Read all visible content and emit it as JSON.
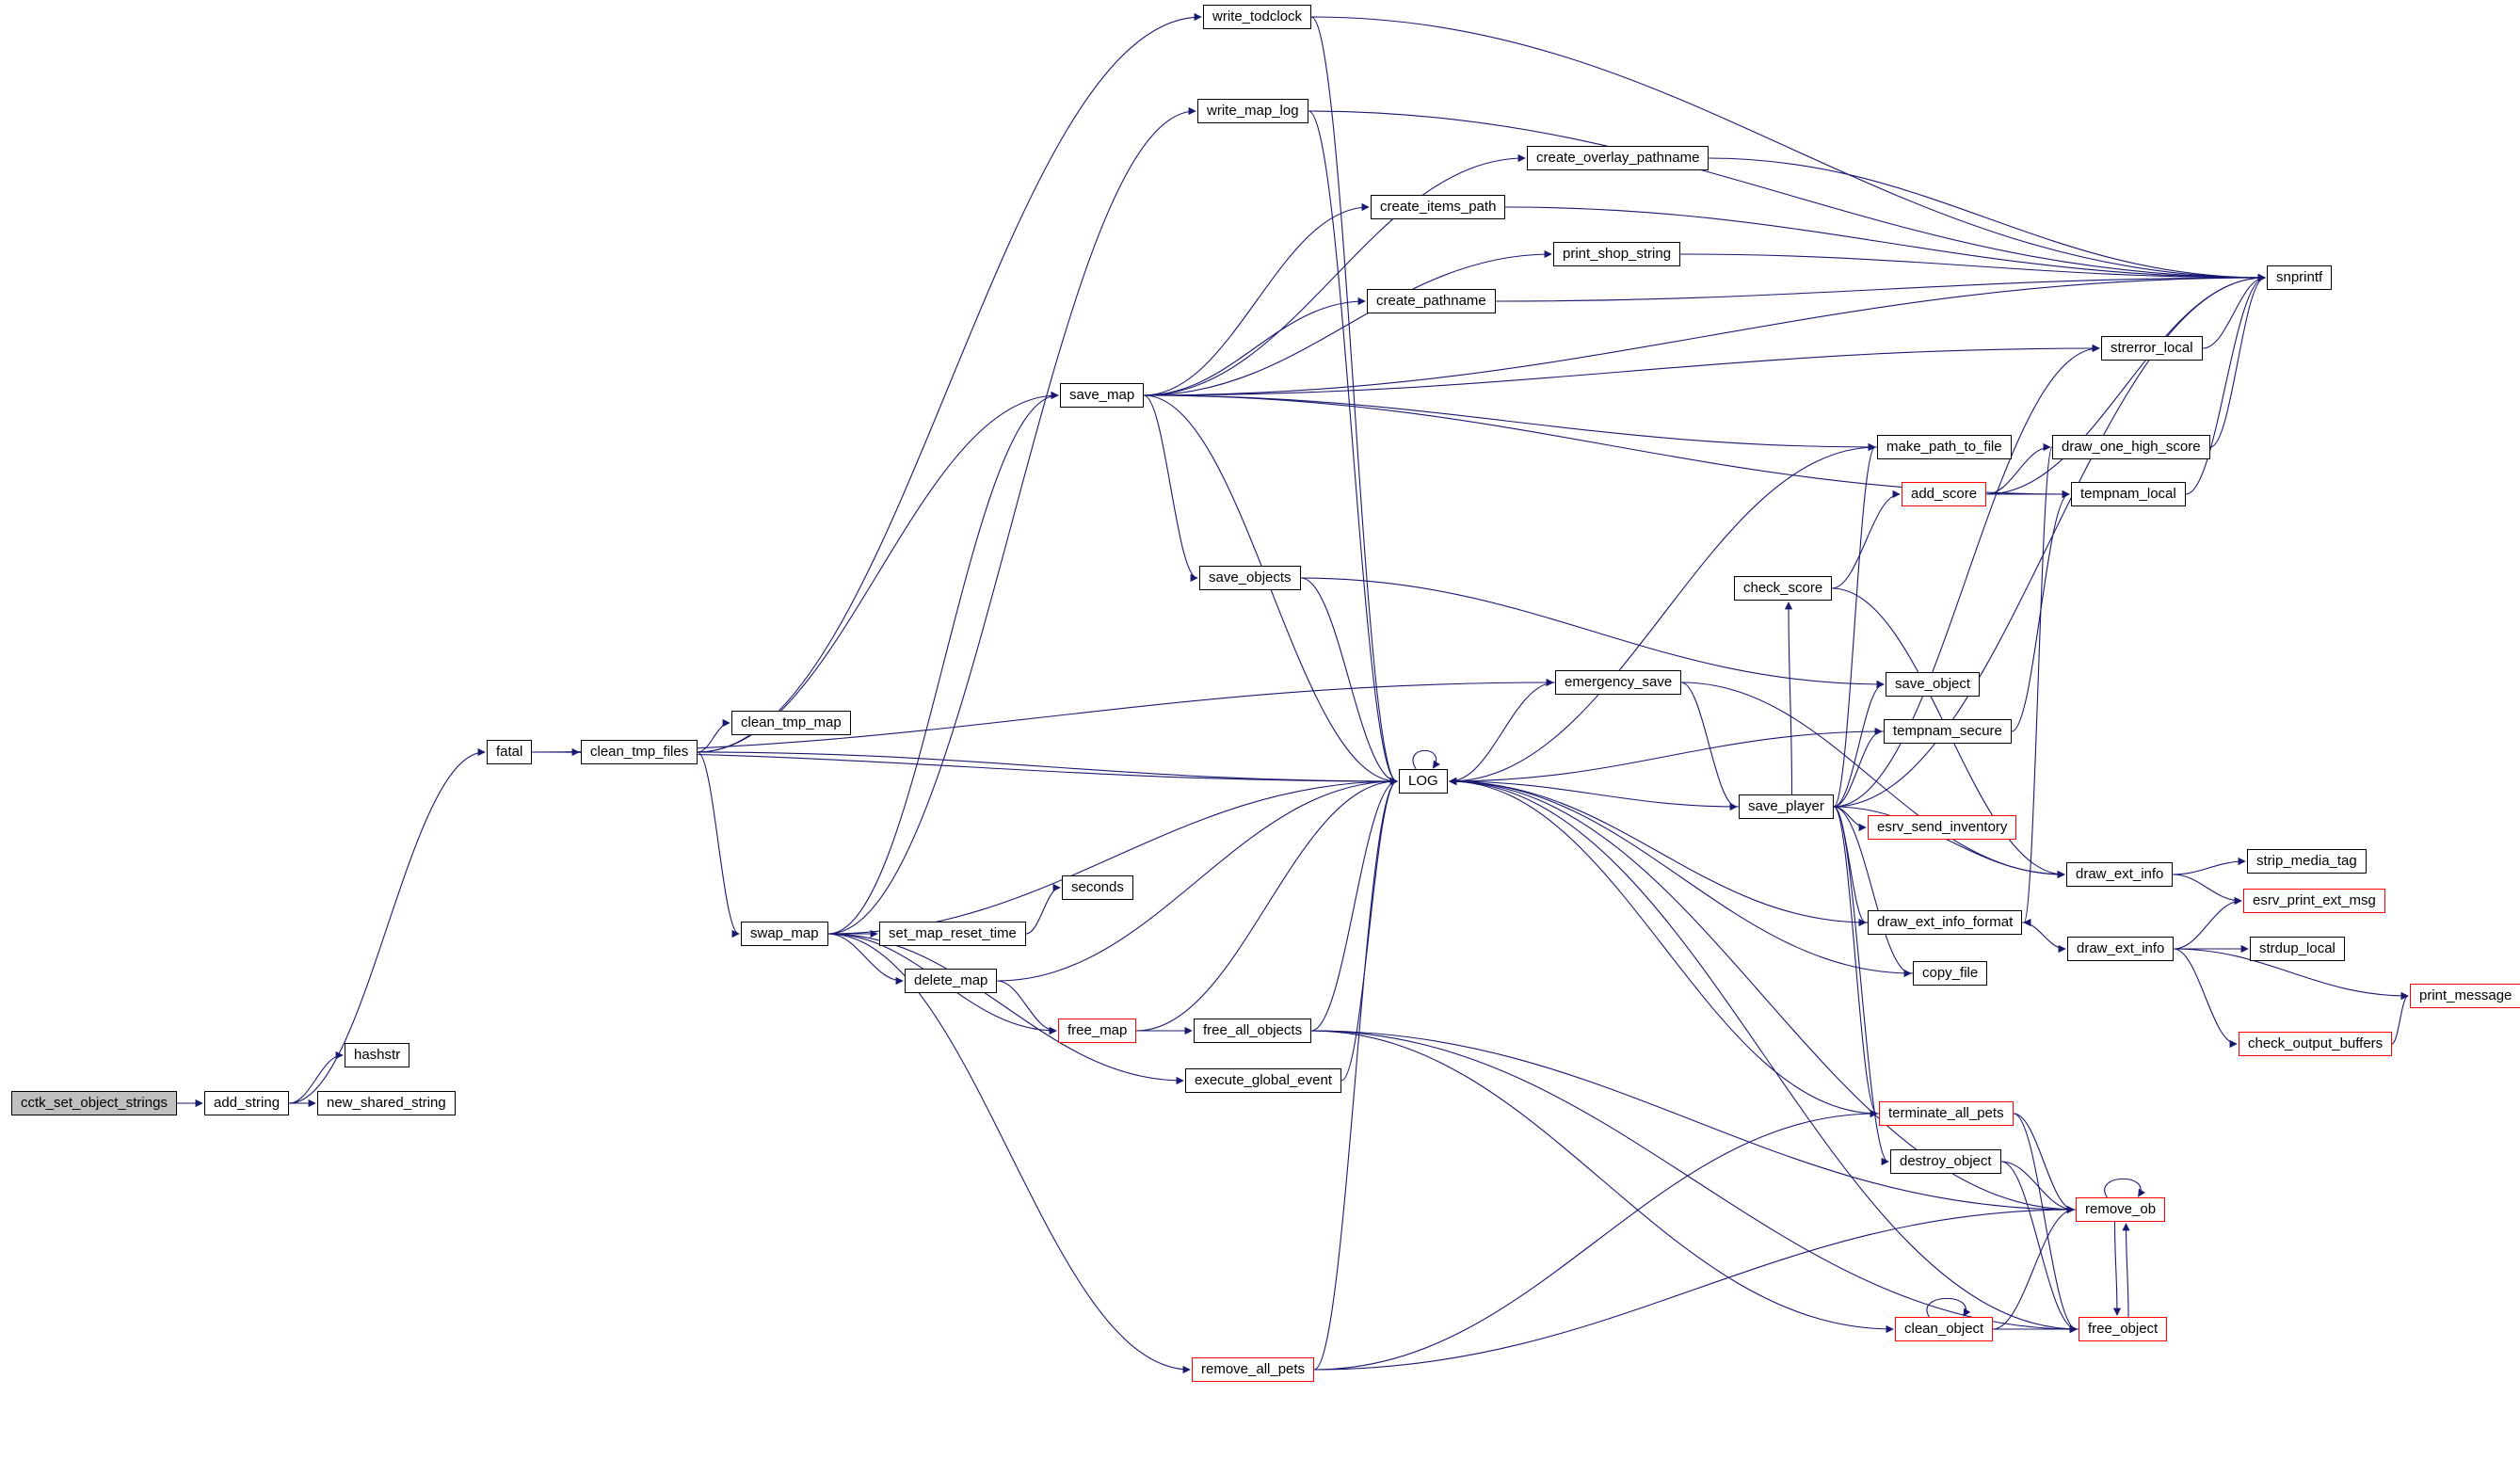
{
  "diagram": {
    "kind": "function-call-graph",
    "root_function": "cctk_set_object_strings"
  },
  "colors": {
    "background": "#ffffff",
    "edge": "#191970",
    "node_fill": "#ffffff",
    "node_border": "#000000",
    "truncated_border": "#ff0000",
    "root_fill": "#bfbfbf"
  },
  "graph": {
    "nodes": [
      {
        "id": "write_todclock",
        "label": "write_todclock",
        "style": "plain"
      },
      {
        "id": "write_map_log",
        "label": "write_map_log",
        "style": "plain"
      },
      {
        "id": "create_overlay_pathname",
        "label": "create_overlay_pathname",
        "style": "plain"
      },
      {
        "id": "create_items_path",
        "label": "create_items_path",
        "style": "plain"
      },
      {
        "id": "print_shop_string",
        "label": "print_shop_string",
        "style": "plain"
      },
      {
        "id": "create_pathname",
        "label": "create_pathname",
        "style": "plain"
      },
      {
        "id": "snprintf",
        "label": "snprintf",
        "style": "plain"
      },
      {
        "id": "strerror_local",
        "label": "strerror_local",
        "style": "plain"
      },
      {
        "id": "save_map",
        "label": "save_map",
        "style": "plain"
      },
      {
        "id": "make_path_to_file",
        "label": "make_path_to_file",
        "style": "plain"
      },
      {
        "id": "draw_one_high_score",
        "label": "draw_one_high_score",
        "style": "plain"
      },
      {
        "id": "add_score",
        "label": "add_score",
        "style": "truncated"
      },
      {
        "id": "tempnam_local",
        "label": "tempnam_local",
        "style": "plain"
      },
      {
        "id": "save_objects",
        "label": "save_objects",
        "style": "plain"
      },
      {
        "id": "check_score",
        "label": "check_score",
        "style": "plain"
      },
      {
        "id": "emergency_save",
        "label": "emergency_save",
        "style": "plain"
      },
      {
        "id": "save_object",
        "label": "save_object",
        "style": "plain"
      },
      {
        "id": "clean_tmp_map",
        "label": "clean_tmp_map",
        "style": "plain"
      },
      {
        "id": "fatal",
        "label": "fatal",
        "style": "plain"
      },
      {
        "id": "clean_tmp_files",
        "label": "clean_tmp_files",
        "style": "plain"
      },
      {
        "id": "tempnam_secure",
        "label": "tempnam_secure",
        "style": "plain"
      },
      {
        "id": "LOG",
        "label": "LOG",
        "style": "plain"
      },
      {
        "id": "save_player",
        "label": "save_player",
        "style": "plain"
      },
      {
        "id": "esrv_send_inventory",
        "label": "esrv_send_inventory",
        "style": "truncated"
      },
      {
        "id": "seconds",
        "label": "seconds",
        "style": "plain"
      },
      {
        "id": "draw_ext_info_a",
        "label": "draw_ext_info",
        "style": "plain"
      },
      {
        "id": "strip_media_tag",
        "label": "strip_media_tag",
        "style": "plain"
      },
      {
        "id": "esrv_print_ext_msg",
        "label": "esrv_print_ext_msg",
        "style": "truncated"
      },
      {
        "id": "swap_map",
        "label": "swap_map",
        "style": "plain"
      },
      {
        "id": "set_map_reset_time",
        "label": "set_map_reset_time",
        "style": "plain"
      },
      {
        "id": "draw_ext_info_format",
        "label": "draw_ext_info_format",
        "style": "plain"
      },
      {
        "id": "draw_ext_info_b",
        "label": "draw_ext_info",
        "style": "plain"
      },
      {
        "id": "strdup_local",
        "label": "strdup_local",
        "style": "plain"
      },
      {
        "id": "delete_map",
        "label": "delete_map",
        "style": "plain"
      },
      {
        "id": "copy_file",
        "label": "copy_file",
        "style": "plain"
      },
      {
        "id": "print_message",
        "label": "print_message",
        "style": "truncated"
      },
      {
        "id": "free_map",
        "label": "free_map",
        "style": "truncated"
      },
      {
        "id": "free_all_objects",
        "label": "free_all_objects",
        "style": "plain"
      },
      {
        "id": "check_output_buffers",
        "label": "check_output_buffers",
        "style": "truncated"
      },
      {
        "id": "hashstr",
        "label": "hashstr",
        "style": "plain"
      },
      {
        "id": "execute_global_event",
        "label": "execute_global_event",
        "style": "plain"
      },
      {
        "id": "cctk_set_object_strings",
        "label": "cctk_set_object_strings",
        "style": "root"
      },
      {
        "id": "add_string",
        "label": "add_string",
        "style": "plain"
      },
      {
        "id": "new_shared_string",
        "label": "new_shared_string",
        "style": "plain"
      },
      {
        "id": "terminate_all_pets",
        "label": "terminate_all_pets",
        "style": "truncated"
      },
      {
        "id": "destroy_object",
        "label": "destroy_object",
        "style": "plain"
      },
      {
        "id": "remove_ob",
        "label": "remove_ob",
        "style": "truncated"
      },
      {
        "id": "clean_object",
        "label": "clean_object",
        "style": "truncated"
      },
      {
        "id": "free_object",
        "label": "free_object",
        "style": "truncated"
      },
      {
        "id": "remove_all_pets",
        "label": "remove_all_pets",
        "style": "truncated"
      }
    ],
    "edges": [
      [
        "cctk_set_object_strings",
        "add_string"
      ],
      [
        "add_string",
        "hashstr"
      ],
      [
        "add_string",
        "new_shared_string"
      ],
      [
        "add_string",
        "fatal"
      ],
      [
        "fatal",
        "clean_tmp_files"
      ],
      [
        "fatal",
        "emergency_save"
      ],
      [
        "fatal",
        "LOG"
      ],
      [
        "clean_tmp_files",
        "write_todclock"
      ],
      [
        "clean_tmp_files",
        "save_map"
      ],
      [
        "clean_tmp_files",
        "clean_tmp_map"
      ],
      [
        "clean_tmp_files",
        "swap_map"
      ],
      [
        "clean_tmp_files",
        "LOG"
      ],
      [
        "write_todclock",
        "snprintf"
      ],
      [
        "write_todclock",
        "LOG"
      ],
      [
        "write_map_log",
        "snprintf"
      ],
      [
        "write_map_log",
        "LOG"
      ],
      [
        "swap_map",
        "write_map_log"
      ],
      [
        "swap_map",
        "save_map"
      ],
      [
        "swap_map",
        "set_map_reset_time"
      ],
      [
        "swap_map",
        "delete_map"
      ],
      [
        "swap_map",
        "free_map"
      ],
      [
        "swap_map",
        "remove_all_pets"
      ],
      [
        "swap_map",
        "execute_global_event"
      ],
      [
        "swap_map",
        "LOG"
      ],
      [
        "set_map_reset_time",
        "seconds"
      ],
      [
        "delete_map",
        "free_map"
      ],
      [
        "delete_map",
        "LOG"
      ],
      [
        "free_map",
        "free_all_objects"
      ],
      [
        "free_map",
        "LOG"
      ],
      [
        "free_all_objects",
        "remove_ob"
      ],
      [
        "free_all_objects",
        "free_object"
      ],
      [
        "free_all_objects",
        "clean_object"
      ],
      [
        "free_all_objects",
        "LOG"
      ],
      [
        "execute_global_event",
        "LOG"
      ],
      [
        "save_map",
        "create_overlay_pathname"
      ],
      [
        "save_map",
        "create_items_path"
      ],
      [
        "save_map",
        "create_pathname"
      ],
      [
        "save_map",
        "print_shop_string"
      ],
      [
        "save_map",
        "make_path_to_file"
      ],
      [
        "save_map",
        "snprintf"
      ],
      [
        "save_map",
        "strerror_local"
      ],
      [
        "save_map",
        "tempnam_local"
      ],
      [
        "save_map",
        "save_objects"
      ],
      [
        "save_map",
        "LOG"
      ],
      [
        "save_objects",
        "save_object"
      ],
      [
        "save_objects",
        "LOG"
      ],
      [
        "create_overlay_pathname",
        "snprintf"
      ],
      [
        "create_items_path",
        "snprintf"
      ],
      [
        "create_pathname",
        "snprintf"
      ],
      [
        "print_shop_string",
        "snprintf"
      ],
      [
        "strerror_local",
        "snprintf"
      ],
      [
        "make_path_to_file",
        "LOG"
      ],
      [
        "tempnam_local",
        "snprintf"
      ],
      [
        "tempnam_secure",
        "tempnam_local"
      ],
      [
        "tempnam_secure",
        "LOG"
      ],
      [
        "emergency_save",
        "save_player"
      ],
      [
        "emergency_save",
        "LOG"
      ],
      [
        "emergency_save",
        "draw_ext_info_a"
      ],
      [
        "save_player",
        "LOG"
      ],
      [
        "save_player",
        "snprintf"
      ],
      [
        "save_player",
        "strerror_local"
      ],
      [
        "save_player",
        "make_path_to_file"
      ],
      [
        "save_player",
        "check_score"
      ],
      [
        "save_player",
        "tempnam_secure"
      ],
      [
        "save_player",
        "save_object"
      ],
      [
        "save_player",
        "esrv_send_inventory"
      ],
      [
        "save_player",
        "draw_ext_info_a"
      ],
      [
        "save_player",
        "draw_ext_info_format"
      ],
      [
        "save_player",
        "copy_file"
      ],
      [
        "save_player",
        "destroy_object"
      ],
      [
        "save_player",
        "terminate_all_pets"
      ],
      [
        "check_score",
        "add_score"
      ],
      [
        "check_score",
        "draw_ext_info_a"
      ],
      [
        "add_score",
        "snprintf"
      ],
      [
        "add_score",
        "draw_one_high_score"
      ],
      [
        "add_score",
        "tempnam_local"
      ],
      [
        "draw_one_high_score",
        "snprintf"
      ],
      [
        "draw_one_high_score",
        "draw_ext_info_format"
      ],
      [
        "draw_ext_info_format",
        "draw_ext_info_b"
      ],
      [
        "draw_ext_info_format",
        "LOG"
      ],
      [
        "draw_ext_info_a",
        "strip_media_tag"
      ],
      [
        "draw_ext_info_a",
        "esrv_print_ext_msg"
      ],
      [
        "draw_ext_info_b",
        "esrv_print_ext_msg"
      ],
      [
        "draw_ext_info_b",
        "strdup_local"
      ],
      [
        "draw_ext_info_b",
        "print_message"
      ],
      [
        "draw_ext_info_b",
        "check_output_buffers"
      ],
      [
        "check_output_buffers",
        "print_message"
      ],
      [
        "copy_file",
        "LOG"
      ],
      [
        "LOG",
        "LOG"
      ],
      [
        "remove_ob",
        "remove_ob"
      ],
      [
        "remove_ob",
        "free_object"
      ],
      [
        "remove_ob",
        "LOG"
      ],
      [
        "clean_object",
        "clean_object"
      ],
      [
        "clean_object",
        "remove_ob"
      ],
      [
        "clean_object",
        "free_object"
      ],
      [
        "free_object",
        "remove_ob"
      ],
      [
        "free_object",
        "LOG"
      ],
      [
        "terminate_all_pets",
        "remove_ob"
      ],
      [
        "terminate_all_pets",
        "free_object"
      ],
      [
        "terminate_all_pets",
        "LOG"
      ],
      [
        "destroy_object",
        "remove_ob"
      ],
      [
        "destroy_object",
        "free_object"
      ],
      [
        "remove_all_pets",
        "terminate_all_pets"
      ],
      [
        "remove_all_pets",
        "remove_ob"
      ],
      [
        "remove_all_pets",
        "LOG"
      ]
    ]
  }
}
